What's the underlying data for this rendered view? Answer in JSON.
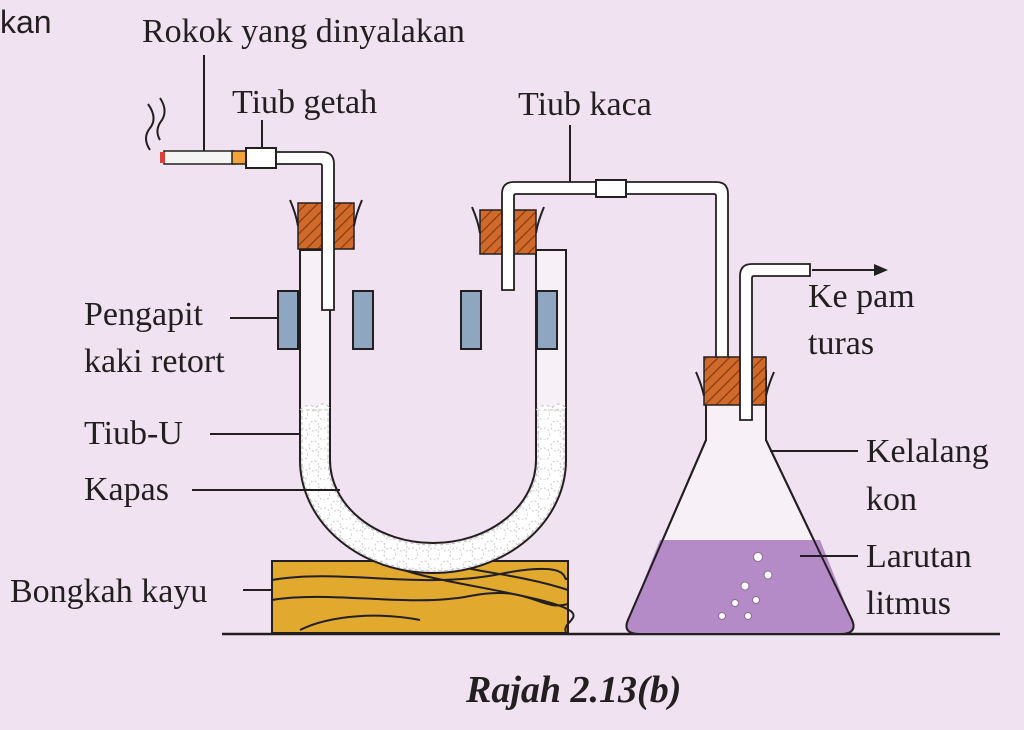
{
  "edge_text": "kan",
  "labels": {
    "cigarette": "Rokok yang dinyalakan",
    "rubber_tube": "Tiub getah",
    "glass_tube": "Tiub kaca",
    "to_pump_1": "Ke pam",
    "to_pump_2": "turas",
    "clamp_1": "Pengapit",
    "clamp_2": "kaki retort",
    "u_tube": "Tiub-U",
    "cotton": "Kapas",
    "flask_1": "Kelalang",
    "flask_2": "kon",
    "litmus_1": "Larutan",
    "litmus_2": "litmus",
    "wood_block": "Bongkah kayu"
  },
  "caption": "Rajah 2.13(b)",
  "colors": {
    "background": "#f0e2f0",
    "stopper": "#cf6a2a",
    "clamp": "#8fa6c0",
    "wood": "#e1a92e",
    "litmus": "#b48bc6",
    "cotton": "#ffffff"
  }
}
